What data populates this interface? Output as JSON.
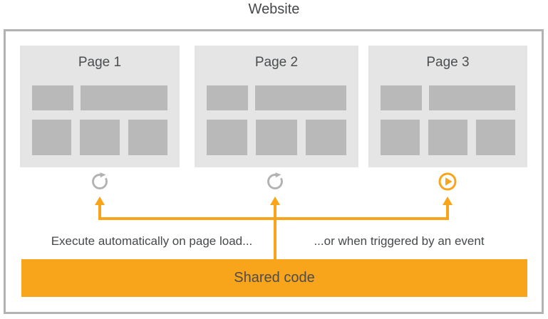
{
  "title": "Website",
  "pages": [
    {
      "label": "Page 1",
      "trigger_icon": "refresh-icon"
    },
    {
      "label": "Page 2",
      "trigger_icon": "refresh-icon"
    },
    {
      "label": "Page 3",
      "trigger_icon": "play-icon"
    }
  ],
  "annotations": {
    "page_load": "Execute automatically on page load...",
    "event": "...or when triggered by an event"
  },
  "shared_code_label": "Shared code",
  "colors": {
    "accent": "#F9A51B",
    "card_background": "#E5E5E5",
    "block": "#B9B9B9",
    "frame_border": "#B3B3B3",
    "icon_gray": "#B2B2B2",
    "text": "#46494B"
  }
}
